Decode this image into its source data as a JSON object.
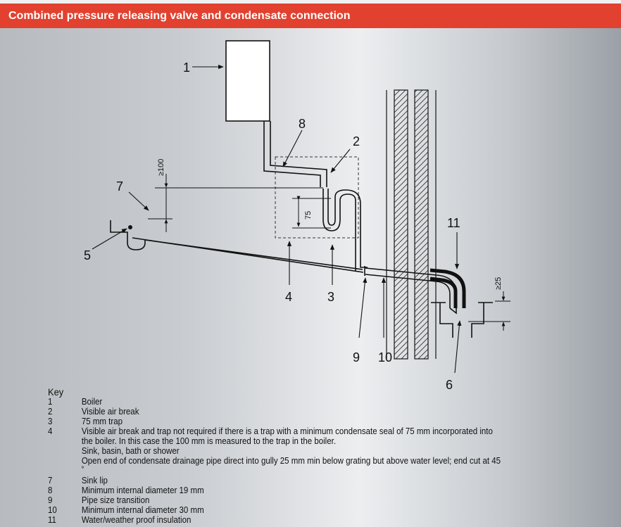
{
  "header": {
    "title": "Combined pressure releasing valve and condensate connection"
  },
  "diagram": {
    "callouts": [
      "1",
      "2",
      "3",
      "4",
      "5",
      "6",
      "7",
      "8",
      "9",
      "10",
      "11"
    ],
    "dimensions": {
      "air_gap": "≥100",
      "trap": "75",
      "gully": "≥25"
    }
  },
  "key": {
    "heading": "Key",
    "items": [
      {
        "num": "1",
        "text": "Boiler"
      },
      {
        "num": "2",
        "text": "Visible air break"
      },
      {
        "num": "3",
        "text": "75 mm trap"
      },
      {
        "num": "4",
        "text": "Visible air break and trap not required if there is a trap with a minimum condensate seal of 75 mm incorporated into the boiler. In this case the 100 mm is measured to the trap in the boiler."
      },
      {
        "num": "",
        "text": "Sink, basin, bath or shower"
      },
      {
        "num": "",
        "text": "Open end of condensate drainage pipe direct into gully 25 mm min below grating but above water level; end cut at 45 ˚"
      },
      {
        "num": "7",
        "text": "Sink lip"
      },
      {
        "num": "8",
        "text": "Minimum internal diameter 19 mm"
      },
      {
        "num": "9",
        "text": "Pipe size transition"
      },
      {
        "num": "10",
        "text": "Minimum internal diameter 30 mm"
      },
      {
        "num": "11",
        "text": "Water/weather proof insulation"
      }
    ]
  }
}
